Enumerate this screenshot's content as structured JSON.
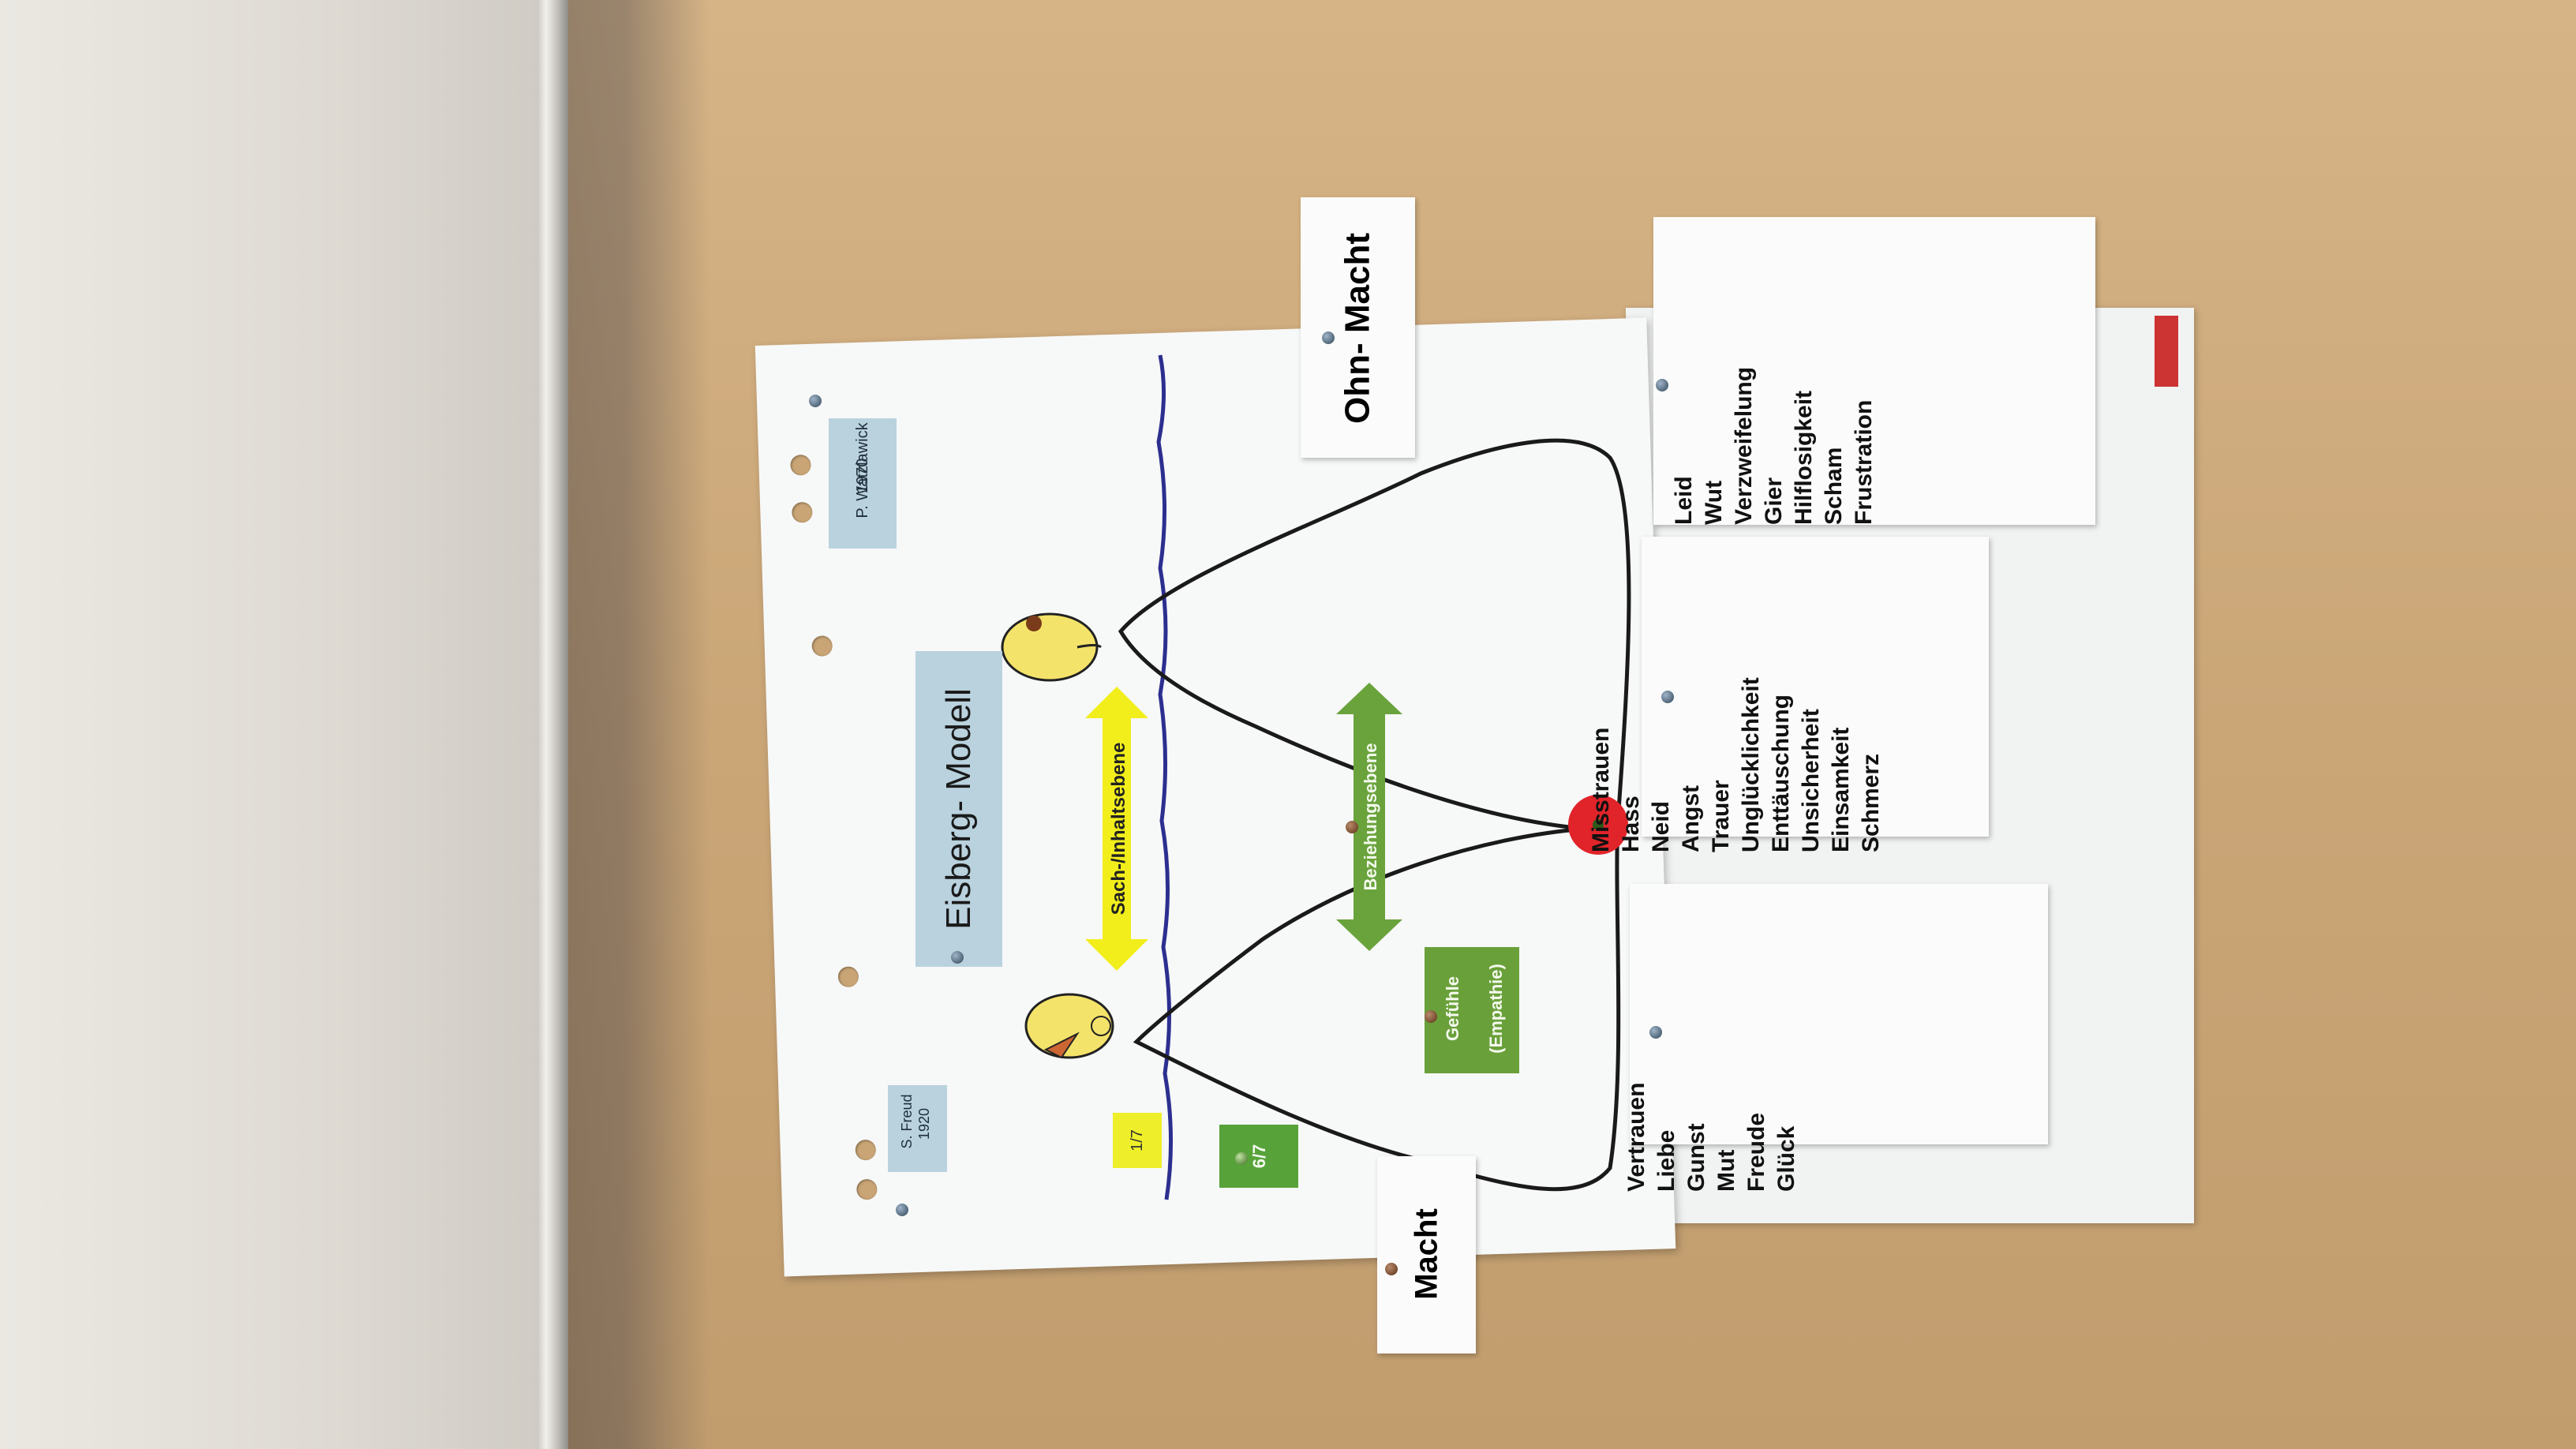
{
  "poster": {
    "title": "Eisberg- Modell",
    "authors": [
      {
        "name": "P. Watzlawick",
        "year": "1970"
      },
      {
        "name": "S. Freud",
        "year": "1920"
      }
    ],
    "levels": {
      "content": "Sach-/Inhaltsebene",
      "relationship": "Beziehungsebene"
    },
    "ratios": {
      "content": "1/7",
      "relationship": "6/7"
    },
    "feelings": {
      "line1": "Gefühle",
      "line2": "(Empathie)"
    },
    "cards": {
      "power": "Macht",
      "powerless": "Ohn- Macht"
    },
    "lists": {
      "positive": [
        "Vertrauen",
        "Liebe",
        "Gunst",
        "Mut",
        "Freude",
        "Glück"
      ],
      "negative_mid": [
        "Misstrauen",
        "Hass",
        "Neid",
        "Angst",
        "Trauer",
        "Unglücklichkeit",
        "Enttäuschung",
        "Unsicherheit",
        "Einsamkeit",
        "Schmerz"
      ],
      "negative_top": [
        "Leid",
        "Wut",
        "Verzweifelung",
        "Gier",
        "Hilflosigkeit",
        "Scham",
        "Frustration"
      ]
    },
    "colors": {
      "waterline": "#2c2f8f",
      "iceberg": "#1a1a1a",
      "yellow_arrow": "#f2ee1c",
      "green_arrow": "#6aa33c",
      "red_dot": "#e0242a"
    }
  }
}
